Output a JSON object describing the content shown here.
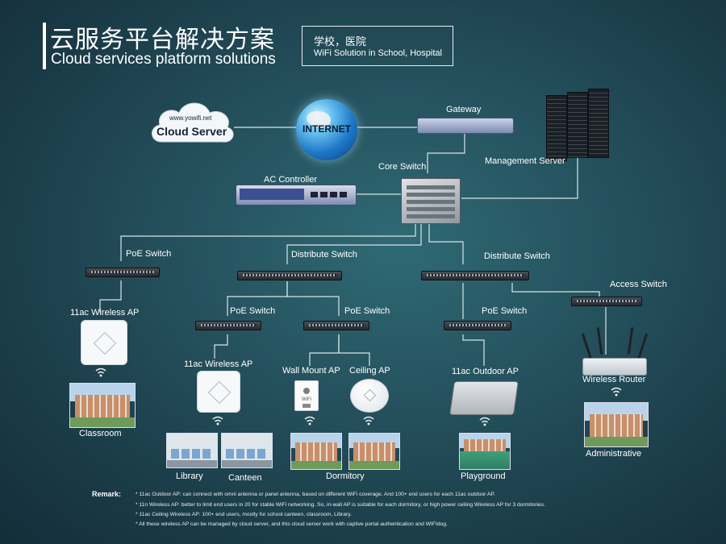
{
  "header": {
    "title_cn": "云服务平台解决方案",
    "title_en": "Cloud services platform solutions",
    "sub_line1": "学校，医院",
    "sub_line2": "WiFi Solution in School, Hospital"
  },
  "nodes": {
    "cloud_url": "www.yowifi.net",
    "cloud_server": "Cloud Server",
    "internet": "INTERNET",
    "gateway": "Gateway",
    "management_server": "Management Server",
    "ac_controller": "AC Controller",
    "core_switch": "Core Switch",
    "poe_switch_left": "PoE Switch",
    "distribute_switch_mid": "Distribute Switch",
    "distribute_switch_right": "Distribute Switch",
    "access_switch": "Access Switch",
    "poe_switch_a": "PoE Switch",
    "poe_switch_b": "PoE Switch",
    "poe_switch_c": "PoE Switch",
    "ap_classroom": "11ac Wireless AP",
    "ap_library": "11ac Wireless AP",
    "wall_mount_ap": "Wall Mount AP",
    "ceiling_ap": "Ceiling AP",
    "outdoor_ap": "11ac Outdoor AP",
    "wireless_router": "Wireless Router",
    "wall_ap_text": "WiFi"
  },
  "locations": {
    "classroom": "Classroom",
    "library": "Library",
    "canteen": "Canteen",
    "dormitory": "Dormitory",
    "playground": "Playground",
    "administrative": "Administrative"
  },
  "remarks": {
    "heading": "Remark:",
    "items": [
      "* 11ac Outdoor AP: can connect with omni antenna or panel antenna, based on different WiFi coverage. And 100+ end users for each 11ac outdoor AP.",
      "* 11n Wireless AP: better to limit end users in 20 for stable WiFi networking. So, in-wall AP is suitable for each dormitory, or high power ceiling Wireless AP for 3 dormitories.",
      "* 11ac Ceiling Wireless AP: 100+ end users, mostly for school canteen, classroom, Library.",
      "* All these wireless AP can be managed by cloud server, and this cloud server work with captive portal authentication and WIFIdog."
    ]
  }
}
